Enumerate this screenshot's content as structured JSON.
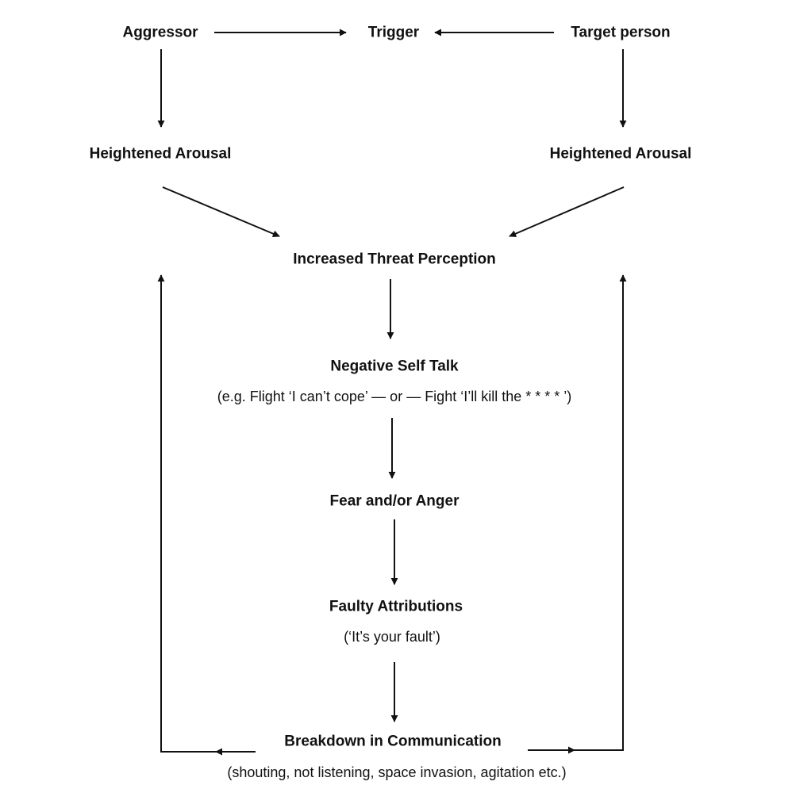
{
  "nodes": {
    "aggressor": "Aggressor",
    "trigger": "Trigger",
    "target_person": "Target person",
    "arousal_left": "Heightened Arousal",
    "arousal_right": "Heightened Arousal",
    "threat": "Increased Threat Perception",
    "self_talk": "Negative Self Talk",
    "self_talk_example": "(e.g. Flight  ‘I can’t cope’ — or — Fight ‘I’ll kill the * * * * ’)",
    "fear_anger": "Fear and/or Anger",
    "attributions": "Faulty Attributions",
    "attributions_example": "(‘It’s your fault’)",
    "breakdown": "Breakdown in Communication",
    "breakdown_example": "(shouting, not listening, space invasion, agitation etc.)"
  },
  "edges": [
    {
      "from": "Aggressor",
      "to": "Trigger"
    },
    {
      "from": "Target person",
      "to": "Trigger"
    },
    {
      "from": "Aggressor",
      "to": "Heightened Arousal (left)"
    },
    {
      "from": "Target person",
      "to": "Heightened Arousal (right)"
    },
    {
      "from": "Heightened Arousal (left)",
      "to": "Increased Threat Perception"
    },
    {
      "from": "Heightened Arousal (right)",
      "to": "Increased Threat Perception"
    },
    {
      "from": "Increased Threat Perception",
      "to": "Negative Self Talk"
    },
    {
      "from": "Negative Self Talk",
      "to": "Fear and/or Anger"
    },
    {
      "from": "Fear and/or Anger",
      "to": "Faulty Attributions"
    },
    {
      "from": "Faulty Attributions",
      "to": "Breakdown in Communication"
    },
    {
      "from": "Breakdown in Communication",
      "to": "Increased Threat Perception",
      "via": "left loop"
    },
    {
      "from": "Breakdown in Communication",
      "to": "Increased Threat Perception",
      "via": "right loop"
    }
  ],
  "colors": {
    "ink": "#111111",
    "background": "#ffffff"
  }
}
